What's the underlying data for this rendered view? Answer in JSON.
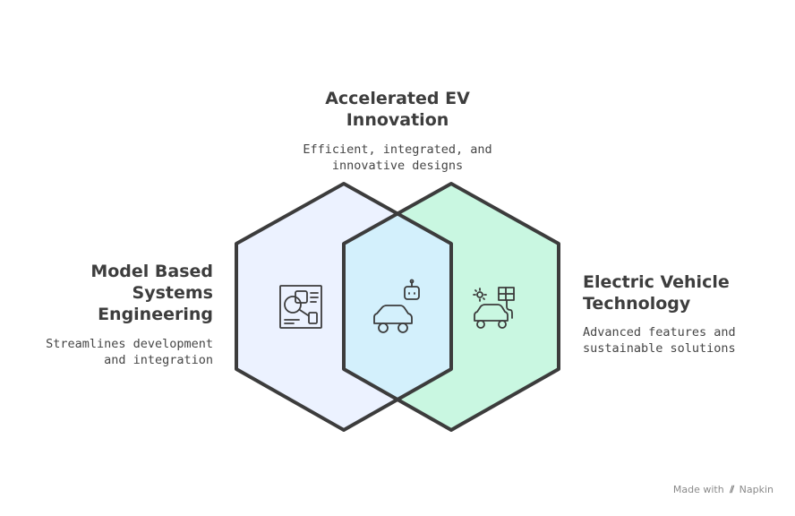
{
  "nodes": {
    "top": {
      "title": "Accelerated EV\nInnovation",
      "description": "Efficient, integrated, and\ninnovative designs",
      "icon": "car-robot-icon"
    },
    "left": {
      "title": "Model Based\nSystems\nEngineering",
      "description": "Streamlines development\nand integration",
      "icon": "diagram-document-icon",
      "fill": "#ecf2ff"
    },
    "right": {
      "title": "Electric Vehicle\nTechnology",
      "description": "Advanced features and\nsustainable solutions",
      "icon": "ev-charging-icon",
      "fill": "#c9f7e1"
    }
  },
  "overlap_fill": "#d3f0fc",
  "outline_color": "#3c3c3c",
  "watermark": {
    "prefix": "Made with",
    "brand": "Napkin"
  }
}
